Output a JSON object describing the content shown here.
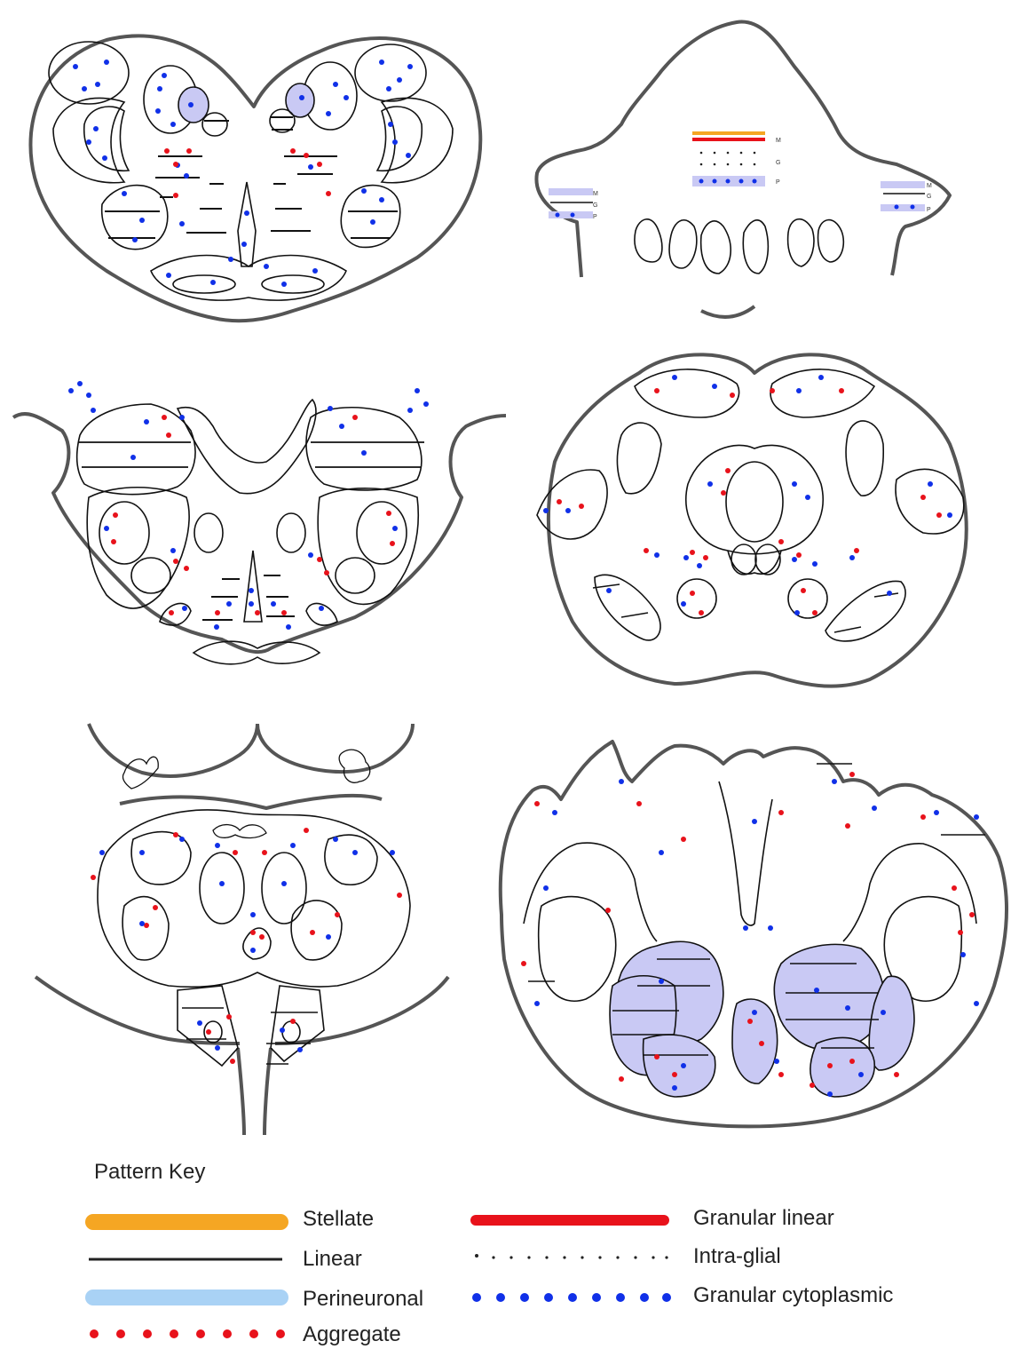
{
  "legend": {
    "title": "Pattern Key",
    "items": [
      {
        "label": "Stellate",
        "style": "bar",
        "color": "#f5a623"
      },
      {
        "label": "Linear",
        "style": "line",
        "color": "#222222"
      },
      {
        "label": "Perineuronal",
        "style": "bar",
        "color": "#a9d2f5"
      },
      {
        "label": "Aggregate",
        "style": "dots",
        "color": "#e8121b"
      },
      {
        "label": "Granular linear",
        "style": "bar",
        "color": "#e8121b"
      },
      {
        "label": "Intra-glial",
        "style": "small-dots",
        "color": "#222222"
      },
      {
        "label": "Granular cytoplasmic",
        "style": "dots",
        "color": "#1030e8"
      }
    ]
  },
  "layer_labels": {
    "molecular": "M",
    "granular": "G",
    "purkinje": "P"
  },
  "colors": {
    "outline": "#555555",
    "aggregate": "#e8121b",
    "granular_cytoplasmic": "#1030e8",
    "perineuronal_fill": "#c9c9f4",
    "stellate": "#f5a623"
  }
}
